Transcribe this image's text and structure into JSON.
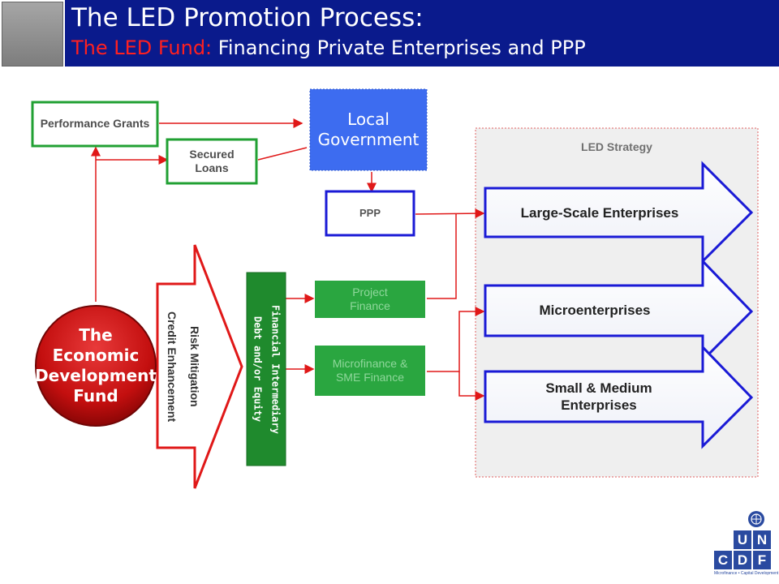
{
  "header": {
    "title": "The LED Promotion Process:",
    "subtitle_highlight": "The LED Fund:",
    "subtitle_rest": "Financing Private Enterprises and PPP"
  },
  "nodes": {
    "performance_grants": "Performance Grants",
    "secured_loans": "Secured Loans",
    "local_government": "Local Government",
    "ppp": "PPP",
    "project_finance": "Project Finance",
    "microfinance": "Microfinance & SME Finance",
    "economic_fund": "The Economic Development Fund",
    "risk_mitigation": "Risk Mitigation",
    "credit_enhancement": "Credit Enhancement",
    "financial_intermediary": "Financial Intermediary",
    "debt_equity": "Debt and/or Equity"
  },
  "led_strategy": {
    "title": "LED Strategy",
    "arrows": [
      "Large-Scale Enterprises",
      "Microenterprises",
      "Small & Medium Enterprises"
    ]
  },
  "logo": {
    "letters": [
      "U",
      "N",
      "C",
      "D",
      "F"
    ],
    "tagline": "Microfinance • Capital Development"
  },
  "colors": {
    "header_bg": "#0a1a8c",
    "accent_red": "#ff2020",
    "green": "#27a33d",
    "blue": "#3d6cf0",
    "arrow_border": "#1a1ad6"
  }
}
